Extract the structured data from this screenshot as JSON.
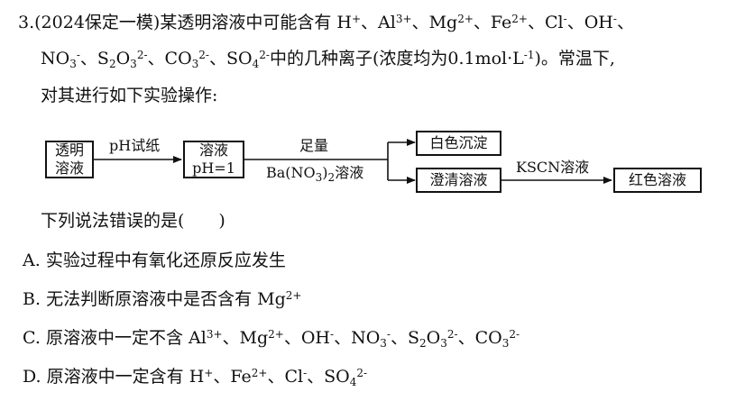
{
  "question": {
    "number": "3.",
    "source": "(2024保定一模)",
    "stem_a": "某透明溶液中可能含有 ",
    "ions_line1": [
      {
        "base": "H",
        "sup": "+"
      },
      {
        "base": "Al",
        "sup": "3+"
      },
      {
        "base": "Mg",
        "sup": "2+"
      },
      {
        "base": "Fe",
        "sup": "2+"
      },
      {
        "base": "Cl",
        "sup": "-"
      },
      {
        "base": "OH",
        "sup": "-"
      }
    ],
    "sep": "、",
    "ions_line2_pre": [
      "NO3-",
      "S2O3 2-",
      "CO3 2-",
      "SO4 2-"
    ],
    "stem_b": "中的几种离子(浓度均为",
    "conc": "0.1mol",
    "conc_unit": "L",
    "conc_sup": "-1",
    "stem_c": ")。常温下,",
    "stem_line3": "对其进行如下实验操作:",
    "ask": "下列说法错误的是(　　)"
  },
  "flowchart": {
    "box_start_1": "透明",
    "box_start_2": "溶液",
    "label_ph": "pH试纸",
    "box_mid_1": "溶液",
    "box_mid_2": "pH=1",
    "label_reagent_top": "足量",
    "label_reagent_bottom_a": "Ba(NO",
    "label_reagent_bottom_sub": "3",
    "label_reagent_bottom_b": ")",
    "label_reagent_bottom_sub2": "2",
    "label_reagent_bottom_c": "溶液",
    "box_top_right": "白色沉淀",
    "box_bottom_right": "澄清溶液",
    "label_kscn": "KSCN溶液",
    "box_final": "红色溶液"
  },
  "options": {
    "A_letter": "A.",
    "A_text": "实验过程中有氧化还原反应发生",
    "B_letter": "B.",
    "B_text": "无法判断原溶液中是否含有 ",
    "C_letter": "C.",
    "C_text": "原溶液中一定不含 ",
    "D_letter": "D.",
    "D_text": "原溶液中一定含有 "
  },
  "colors": {
    "ink": "#111111",
    "background": "#ffffff"
  }
}
